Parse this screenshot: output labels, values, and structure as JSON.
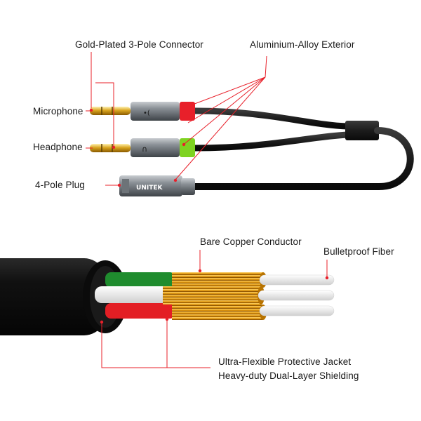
{
  "labels": {
    "gold_connector": "Gold-Plated 3-Pole Connector",
    "alloy_exterior": "Aluminium-Alloy Exterior",
    "microphone": "Microphone",
    "headphone": "Headphone",
    "four_pole_plug": "4-Pole Plug",
    "copper_conductor": "Bare Copper Conductor",
    "bulletproof_fiber": "Bulletproof Fiber",
    "protective_jacket": "Ultra-Flexible Protective Jacket",
    "dual_layer_shielding": "Heavy-duty Dual-Layer Shielding"
  },
  "brand": {
    "logo_text": "UNITEK"
  },
  "colors": {
    "callout_red": "#e8202a",
    "mic_ring": "#e8202a",
    "headphone_ring": "#7ed321",
    "wire_green": "#1f8c2e",
    "wire_red": "#e31e24",
    "copper": "#e8a317",
    "cable_black": "#1c1c1c"
  }
}
